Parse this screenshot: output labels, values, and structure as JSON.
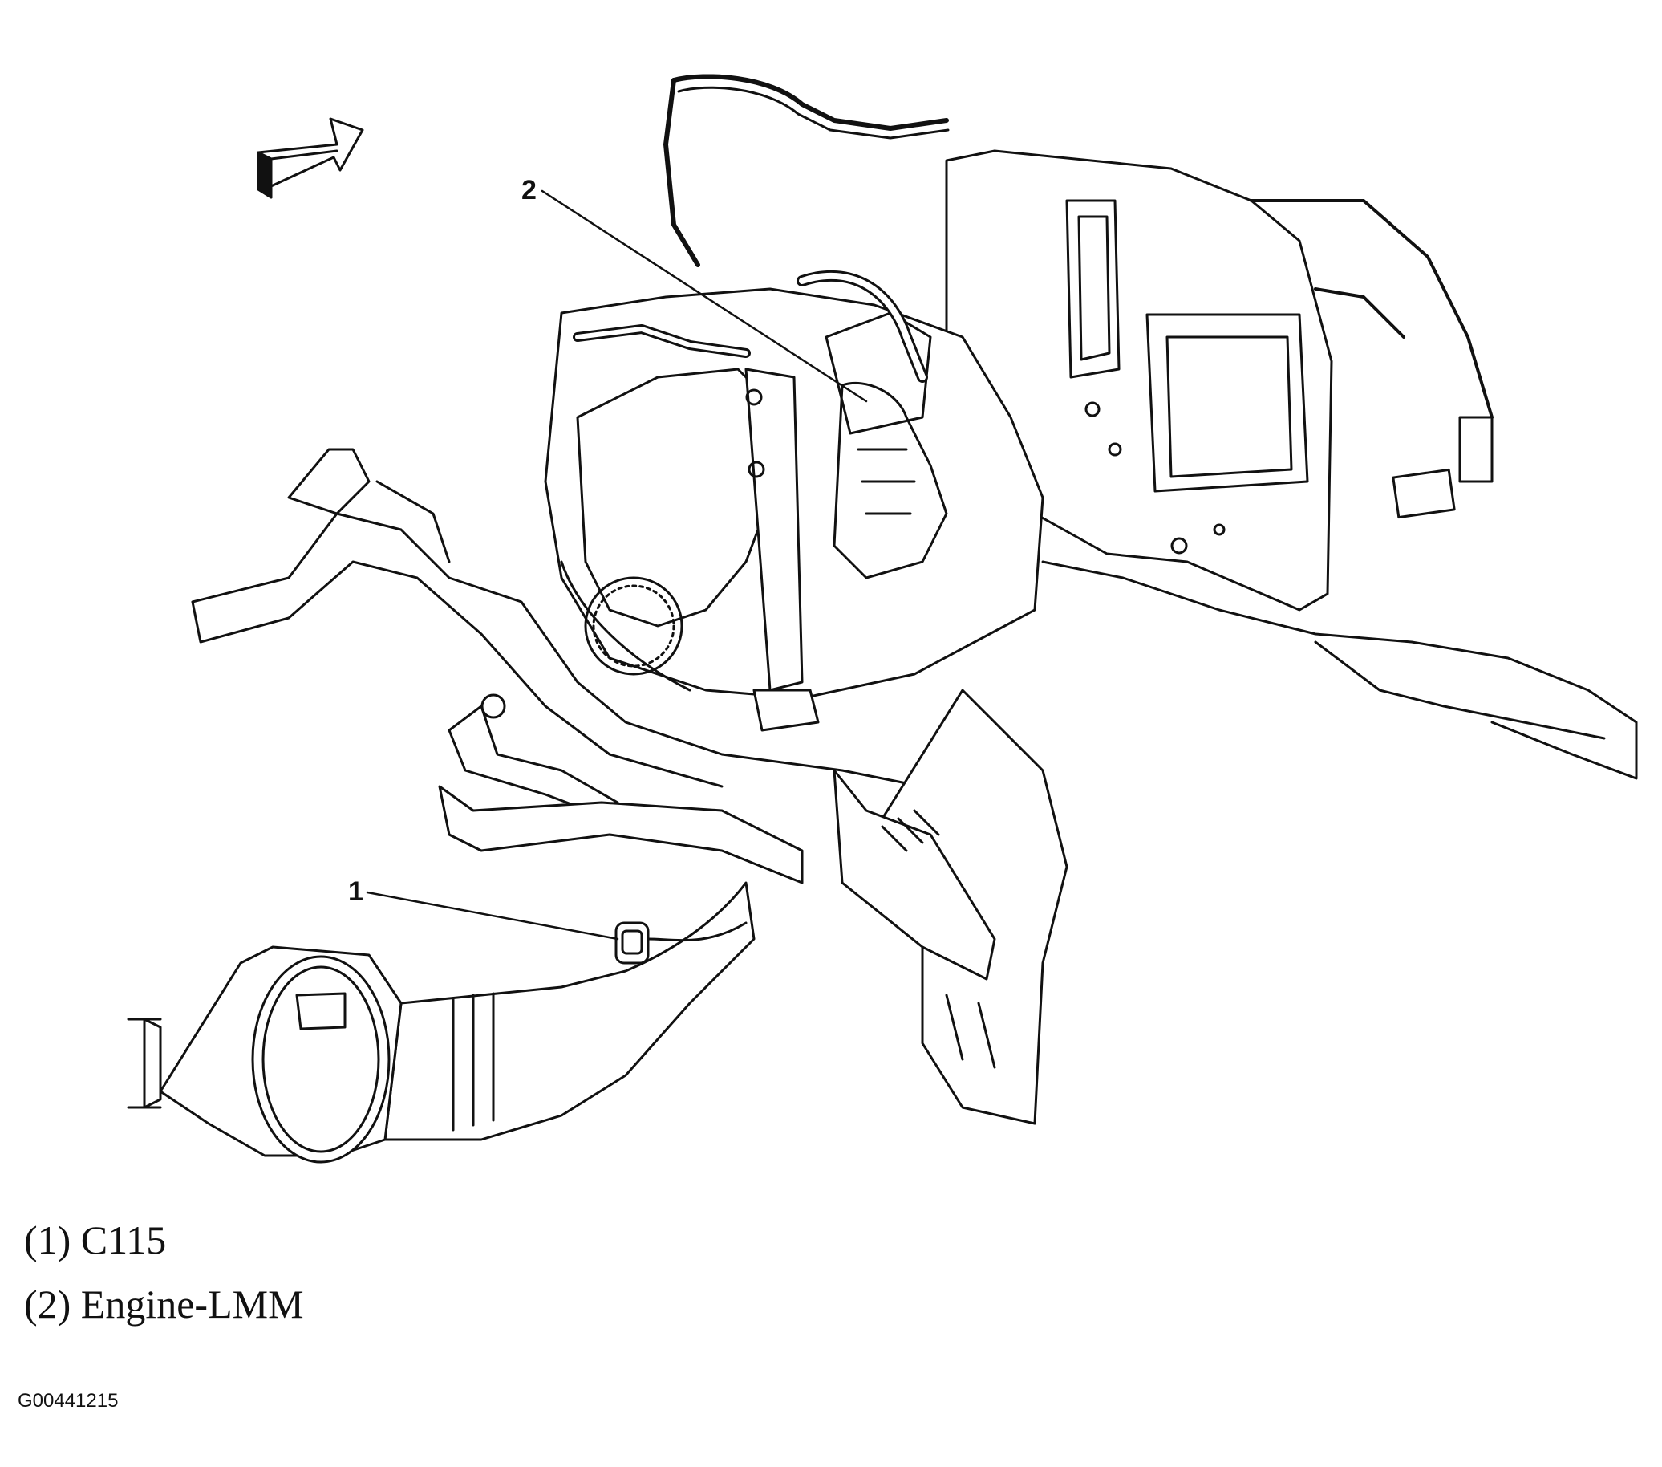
{
  "callouts": [
    {
      "number": "1"
    },
    {
      "number": "2"
    }
  ],
  "legend": [
    {
      "text": "(1) C115"
    },
    {
      "text": "(2) Engine-LMM"
    }
  ],
  "figure_id": "G00441215",
  "colors": {
    "ink": "#111111",
    "background": "#ffffff"
  }
}
